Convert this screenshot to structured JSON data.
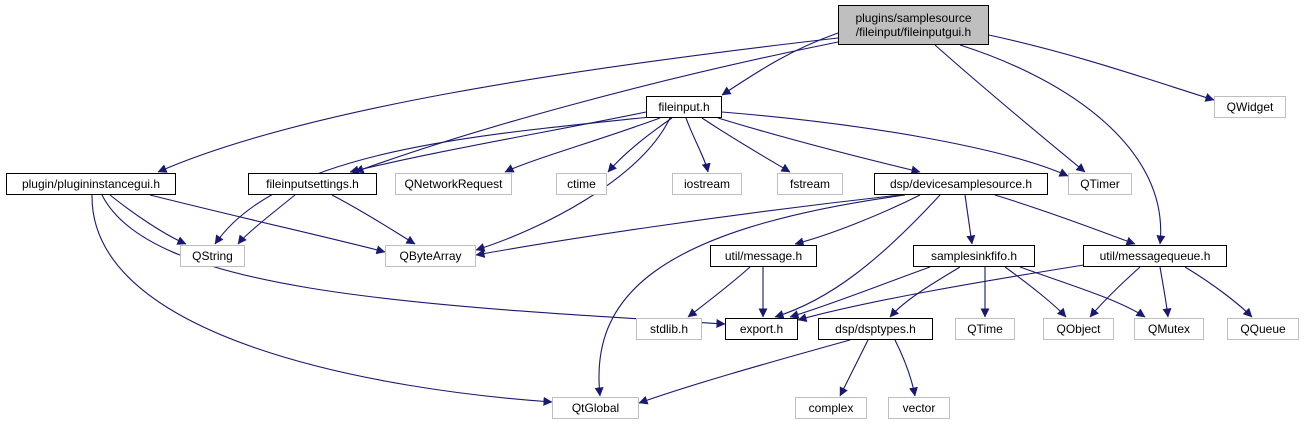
{
  "colors": {
    "edge": "#191970",
    "root_fill": "#bfbfbf",
    "documented_border": "#000000",
    "external_border": "#bfbfbf"
  },
  "nodes": {
    "root": {
      "line1": "plugins/samplesource",
      "line2": "/fileinput/fileinputgui.h"
    },
    "fileinput_h": "fileinput.h",
    "qwidget": "QWidget",
    "plugininstancegui_h": "plugin/plugininstancegui.h",
    "fileinputsettings_h": "fileinputsettings.h",
    "qnetworkrequest": "QNetworkRequest",
    "ctime": "ctime",
    "iostream": "iostream",
    "fstream": "fstream",
    "devicesamplesource_h": "dsp/devicesamplesource.h",
    "qtimer": "QTimer",
    "qstring": "QString",
    "qbytearray": "QByteArray",
    "message_h": "util/message.h",
    "samplesinkfifo_h": "samplesinkfifo.h",
    "messagequeue_h": "util/messagequeue.h",
    "stdlib_h": "stdlib.h",
    "export_h": "export.h",
    "dsptypes_h": "dsp/dsptypes.h",
    "qtime": "QTime",
    "qobject": "QObject",
    "qmutex": "QMutex",
    "qqueue": "QQueue",
    "qtglobal": "QtGlobal",
    "complex": "complex",
    "vector": "vector"
  }
}
